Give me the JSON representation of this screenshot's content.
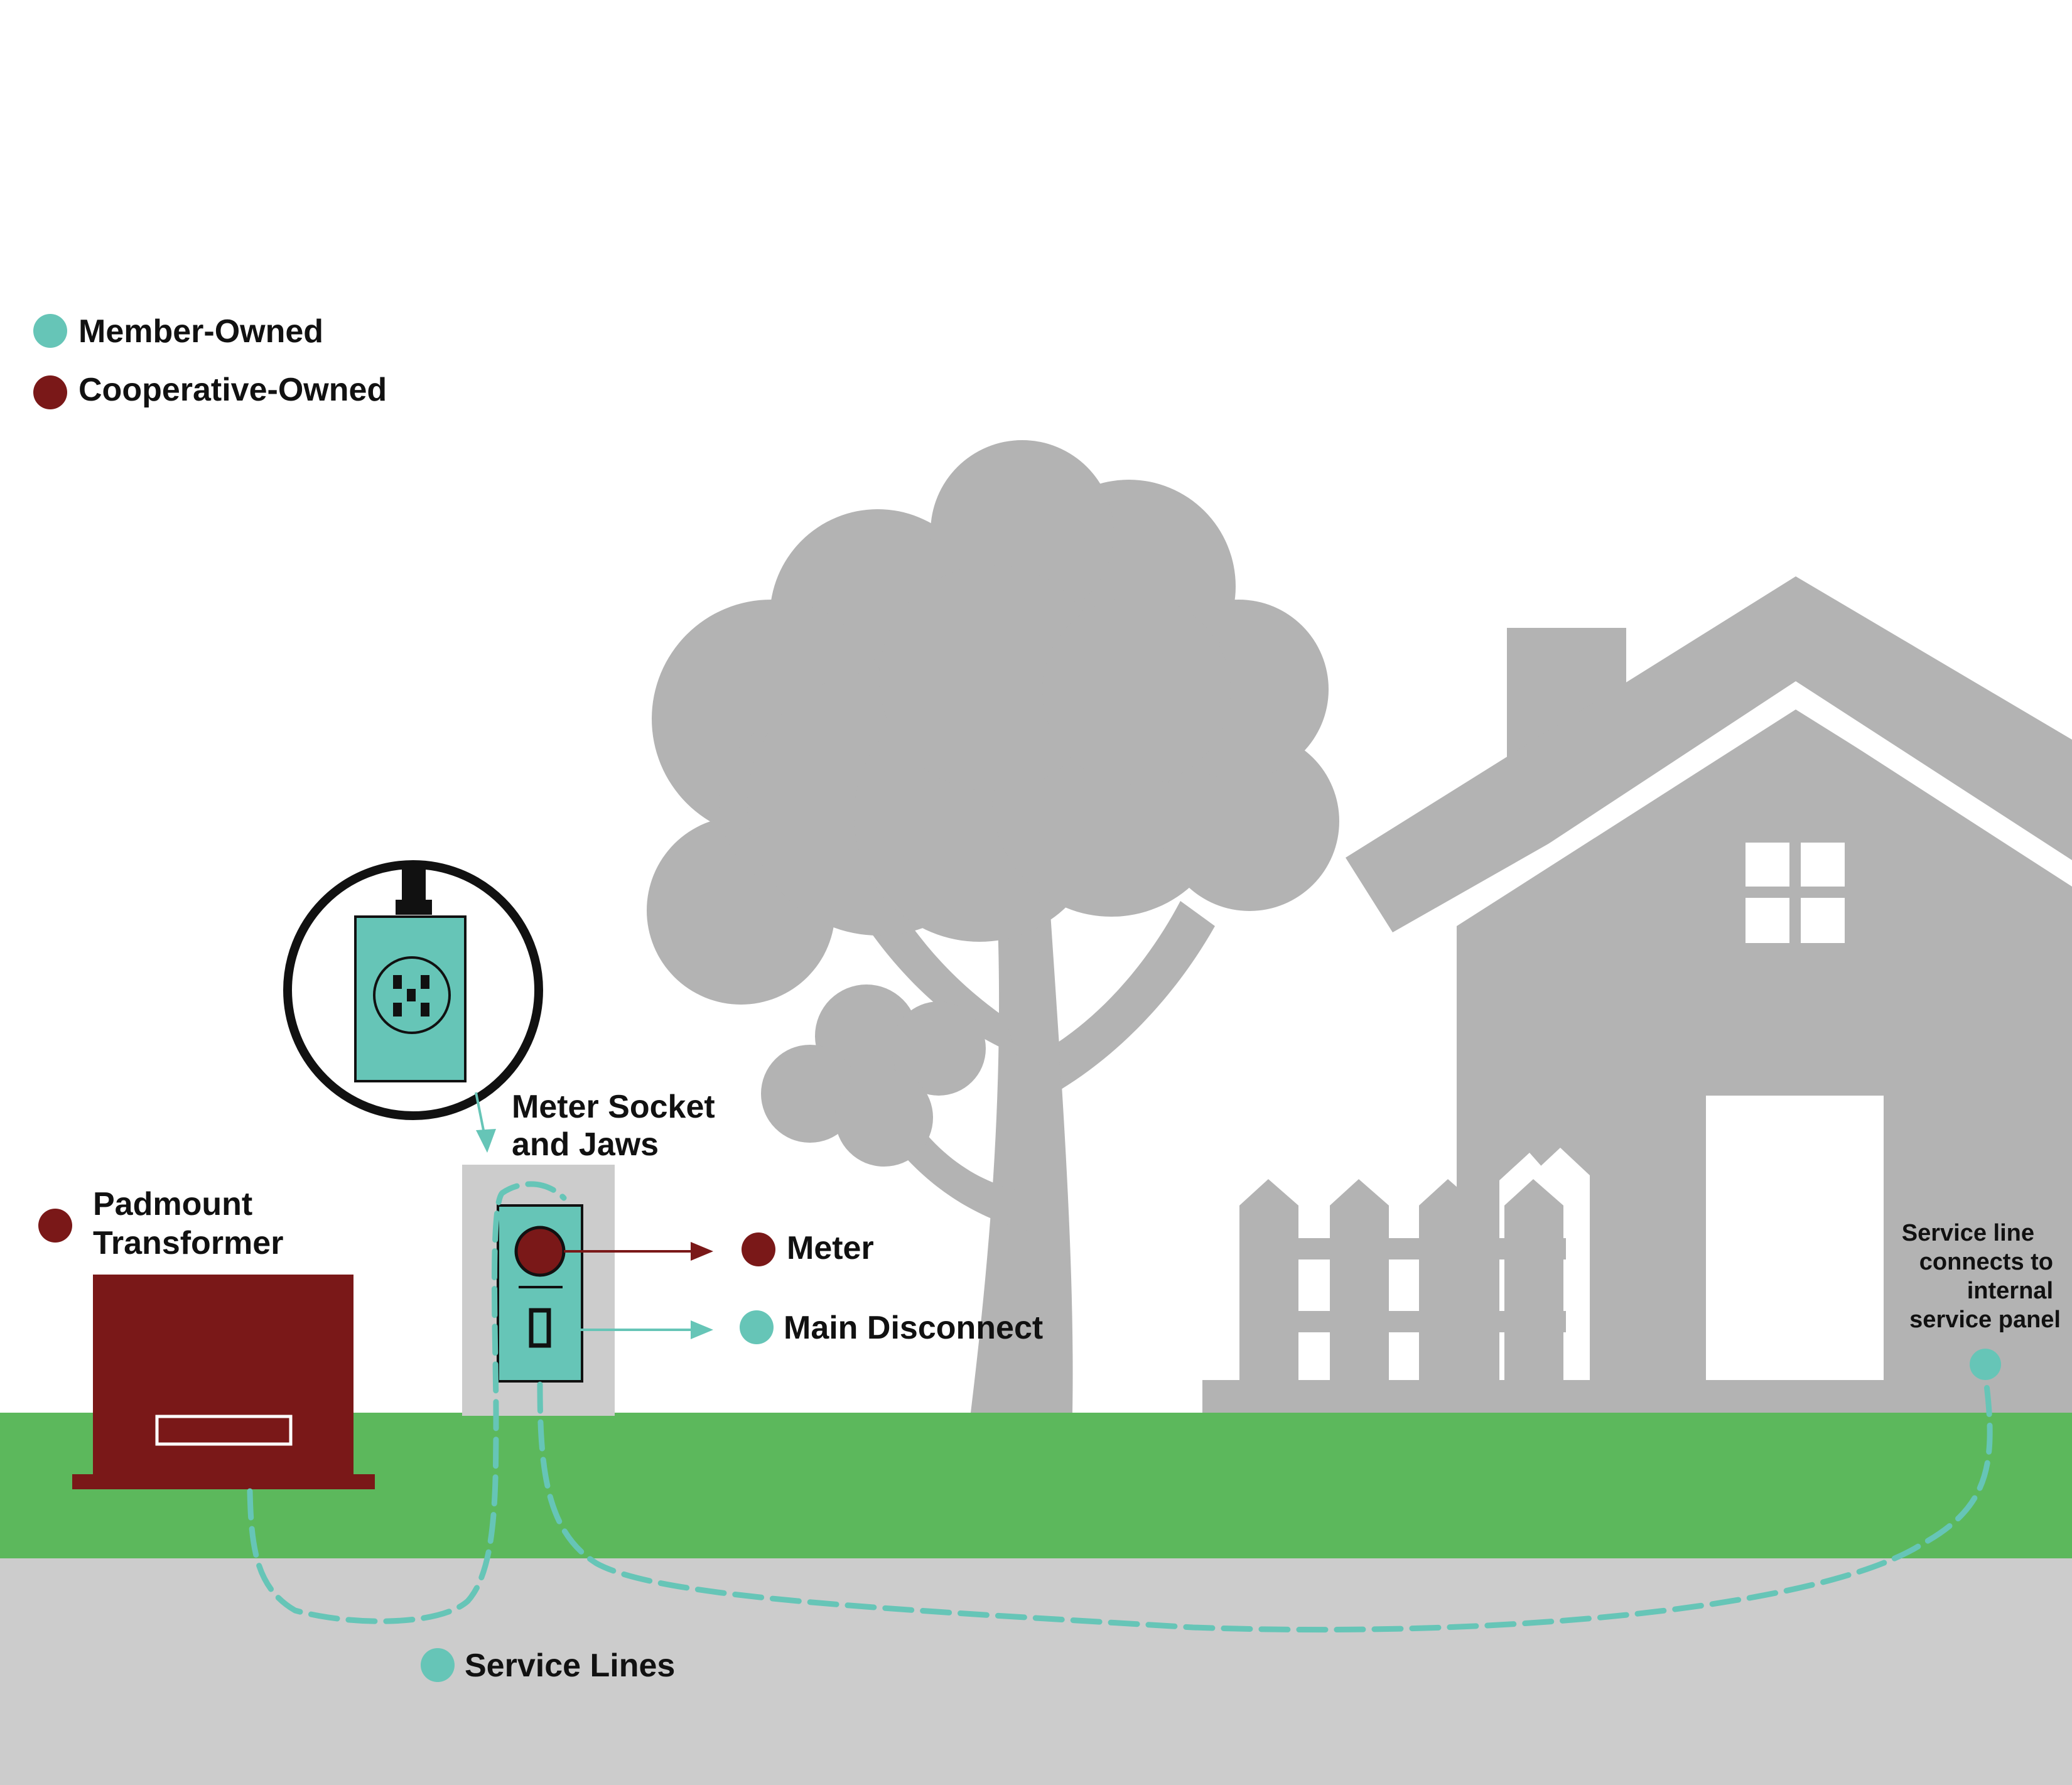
{
  "legend": {
    "member_owned": "Member-Owned",
    "cooperative_owned": "Cooperative-Owned"
  },
  "labels": {
    "padmount_line1": "Padmount",
    "padmount_line2": "Transformer",
    "meter_socket_line1": "Meter Socket",
    "meter_socket_line2": "and Jaws",
    "meter": "Meter",
    "main_disconnect": "Main Disconnect",
    "service_lines": "Service Lines",
    "panel_line1": "Service line",
    "panel_line2": "connects to",
    "panel_line3": "internal",
    "panel_line4": "service panel"
  },
  "colors": {
    "member": "#66c5b7",
    "cooperative": "#7a1818",
    "grass": "#5cb85c",
    "ground": "#cccccc",
    "silhouette": "#b3b3b3",
    "background": "#ffffff"
  },
  "icons": {
    "legend_member": "teal-dot-icon",
    "legend_cooperative": "maroon-dot-icon",
    "tree": "tree-icon",
    "house": "house-icon",
    "fence": "fence-icon",
    "transformer": "transformer-icon",
    "meter_socket": "meter-socket-icon",
    "magnifier": "magnifier-icon"
  }
}
